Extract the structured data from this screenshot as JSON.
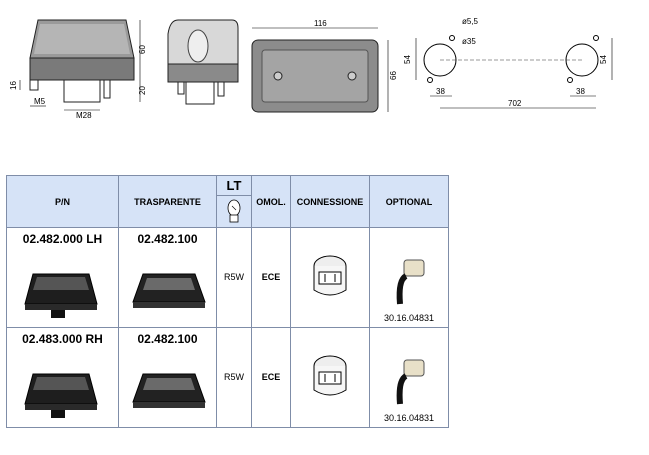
{
  "drawings": {
    "front": {
      "h_total": "60",
      "h_lower": "20",
      "h_small": "16",
      "thread": "M5",
      "nut": "M28"
    },
    "top": {
      "width": "116",
      "height": "66"
    },
    "mount": {
      "d1": "ø5,5",
      "d2": "ø35",
      "h1": "54",
      "h2": "54",
      "x1": "38",
      "x2": "38",
      "span": "702"
    }
  },
  "table": {
    "headers": {
      "pn": "P/N",
      "transparent": "TRASPARENTE",
      "lt": "LT",
      "omol": "OMOL.",
      "connection": "CONNESSIONE",
      "optional": "OPTIONAL"
    },
    "rows": [
      {
        "pn": "02.482.000 LH",
        "transparent": "02.482.100",
        "lt": "R5W",
        "omol": "ECE",
        "optional_code": "30.16.04831"
      },
      {
        "pn": "02.483.000 RH",
        "transparent": "02.482.100",
        "lt": "R5W",
        "omol": "ECE",
        "optional_code": "30.16.04831"
      }
    ]
  }
}
